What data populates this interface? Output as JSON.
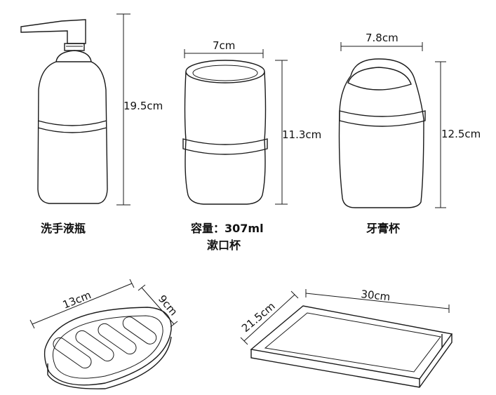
{
  "products": [
    {
      "name": "洗手液瓶",
      "dims": [
        "19.5cm"
      ]
    },
    {
      "name": "容量：307ml",
      "name2": "漱口杯",
      "dims": [
        "7cm",
        "11.3cm"
      ]
    },
    {
      "name": "牙膏杯",
      "dims": [
        "7.8cm",
        "12.5cm"
      ]
    },
    {
      "dims": [
        "13cm",
        "9cm"
      ]
    },
    {
      "dims": [
        "30cm",
        "21.5cm"
      ]
    }
  ]
}
